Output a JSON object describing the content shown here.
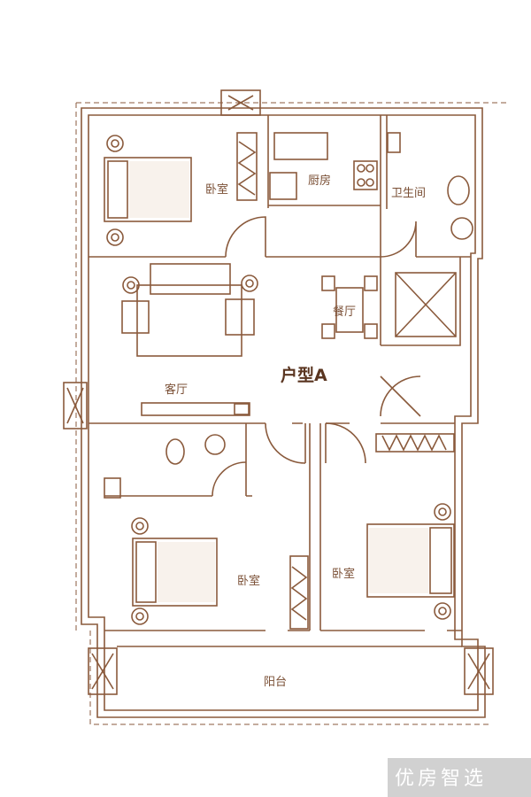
{
  "plan": {
    "title": "户型A",
    "rooms": {
      "bedroom_nw": "卧室",
      "kitchen": "厨房",
      "bathroom_ne": "卫生间",
      "dining": "餐厅",
      "living": "客厅",
      "bedroom_sw": "卧室",
      "bedroom_se": "卧室",
      "balcony": "阳台"
    }
  },
  "watermark": {
    "text": "优房智选"
  },
  "colors": {
    "line": "#8a5a3c",
    "text": "#7a4f35",
    "fill_light": "#f5ece4",
    "watermark_bg": "#c9c9c9"
  }
}
